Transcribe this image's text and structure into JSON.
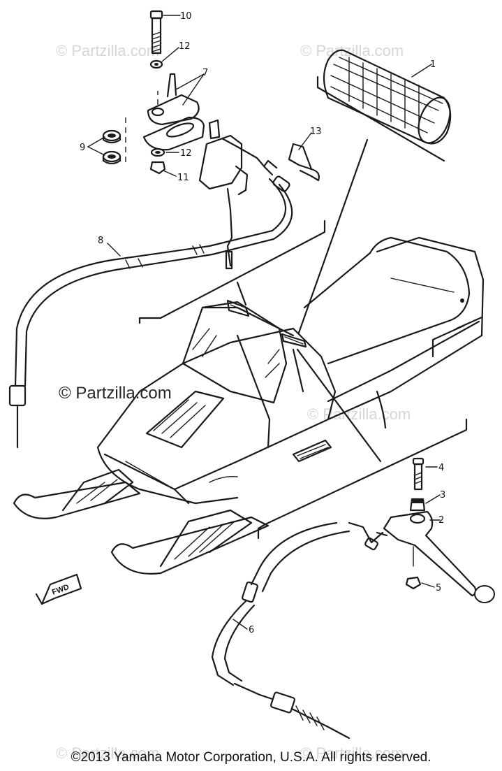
{
  "watermarks": {
    "faint": "© Partzilla.com",
    "strong": "© Partzilla.com"
  },
  "callouts": {
    "c1": "1",
    "c2": "2",
    "c3": "3",
    "c4": "4",
    "c5": "5",
    "c6": "6",
    "c7": "7",
    "c8": "8",
    "c9": "9",
    "c10": "10",
    "c11": "11",
    "c12a": "12",
    "c12b": "12",
    "c13": "13"
  },
  "fwd_label": "FWD",
  "copyright": "©2013 Yamaha Motor Corporation, U.S.A. All rights reserved.",
  "colors": {
    "line": "#1a1a1a",
    "watermark": "#d6d6d6",
    "background": "#ffffff"
  }
}
